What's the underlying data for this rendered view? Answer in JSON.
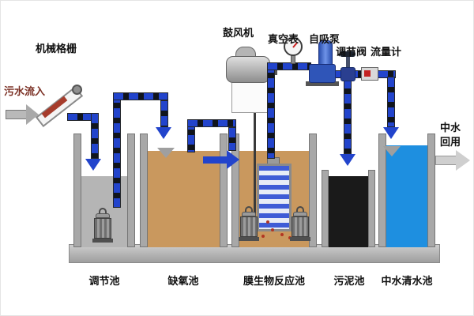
{
  "labels": {
    "inflow": "污水流入",
    "mechanical_screen": "机械格栅",
    "blower": "鼓风机",
    "vacuum_gauge": "真空表",
    "self_priming_pump": "自吸泵",
    "regulating_valve": "调节阀",
    "flow_meter": "流量计",
    "reuse_line1": "中水",
    "reuse_line2": "回用",
    "tank_regulation": "调节池",
    "tank_anoxic": "缺氧池",
    "tank_mbr": "膜生物反应池",
    "tank_sludge": "污泥池",
    "tank_clearwater": "中水清水池"
  },
  "colors": {
    "pipe_blue": "#2244cc",
    "pipe_dark": "#10141c",
    "anoxic_water": "#c9985e",
    "gray_water": "#b5b5b5",
    "sludge_black": "#1a1a1a",
    "clear_water_blue": "#1e8fe0",
    "wall_gray": "#a8a8a8",
    "arrow_blue": "#2244cc",
    "inflow_text": "#7c3226"
  }
}
